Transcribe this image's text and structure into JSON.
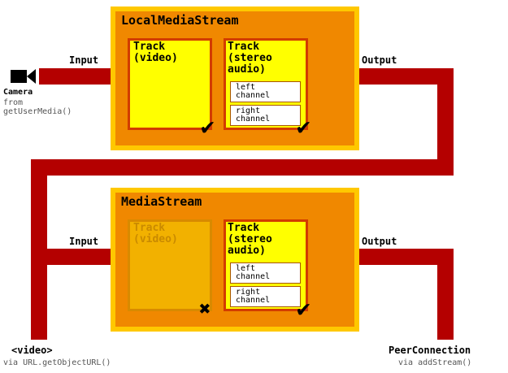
{
  "top_box": {
    "title": "LocalMediaStream",
    "video_track": "Track\n(video)",
    "audio_track": "Track\n(stereo\naudio)",
    "left_channel": "left\nchannel",
    "right_channel": "right\nchannel"
  },
  "bottom_box": {
    "title": "MediaStream",
    "video_track": "Track\n(video)",
    "audio_track": "Track\n(stereo\naudio)",
    "left_channel": "left\nchannel",
    "right_channel": "right\nchannel"
  },
  "labels": {
    "input_top": "Input",
    "output_top": "Output",
    "input_bottom": "Input",
    "output_bottom": "Output",
    "camera": "Camera",
    "camera_from": "from\ngetUserMedia()",
    "video_sink": "<video>",
    "video_sink_via": "via URL.getObjectURL()",
    "peer": "PeerConnection",
    "peer_via": "via addStream()"
  },
  "marks": {
    "check": "✔",
    "cross": "✖"
  }
}
